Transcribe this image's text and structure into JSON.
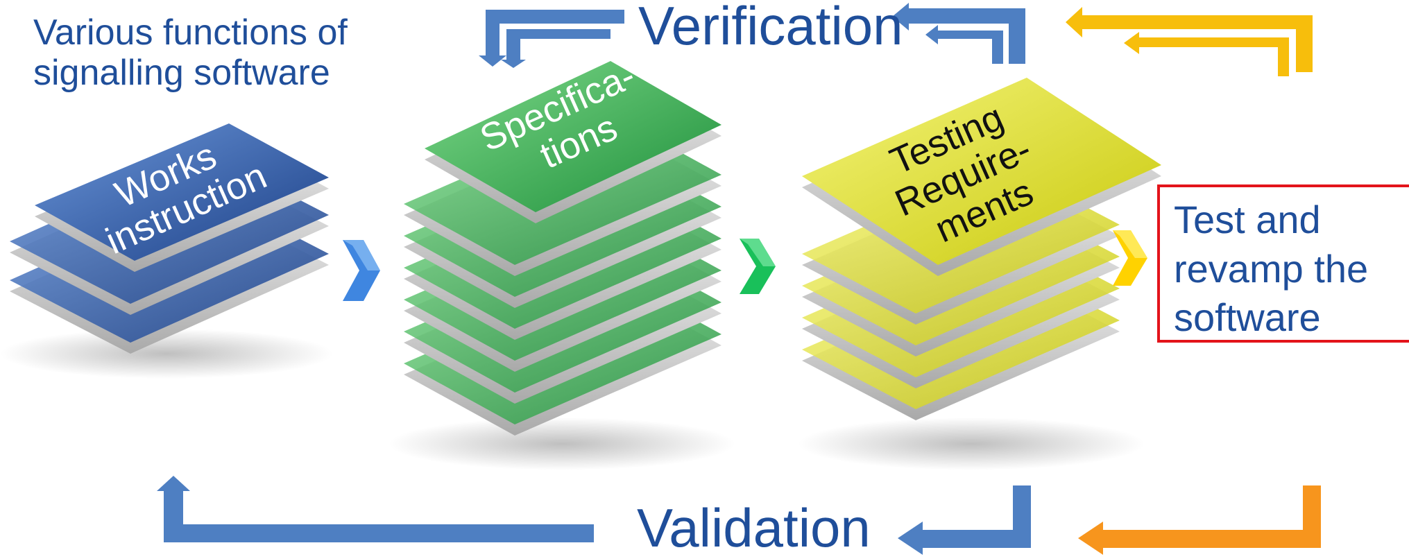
{
  "intro": {
    "line1": "Various functions of",
    "line2": "signalling software"
  },
  "verification": "Verification",
  "validation": "Validation",
  "stacks": {
    "works": {
      "line1": "Works",
      "line2": "instruction"
    },
    "specs": {
      "line1": "Specifica-",
      "line2": "tions"
    },
    "testing": {
      "line1": "Testing",
      "line2": "Require-",
      "line3": "ments"
    }
  },
  "test_box": {
    "line1": "Test and",
    "line2": "revamp the",
    "line3": "software"
  },
  "colors": {
    "text_blue": "#1f4e9a",
    "arrow_blue": "#4e7fc2",
    "arrow_gold": "#f7be0c",
    "arrow_orange": "#f7951d",
    "works_blue": "#234f9c",
    "specs_green": "#2aa84a",
    "testing_yellow": "#e6e61e",
    "box_red": "#e3141b"
  },
  "icons": [
    "blue-chevron-icon",
    "green-chevron-icon",
    "yellow-chevron-icon"
  ]
}
